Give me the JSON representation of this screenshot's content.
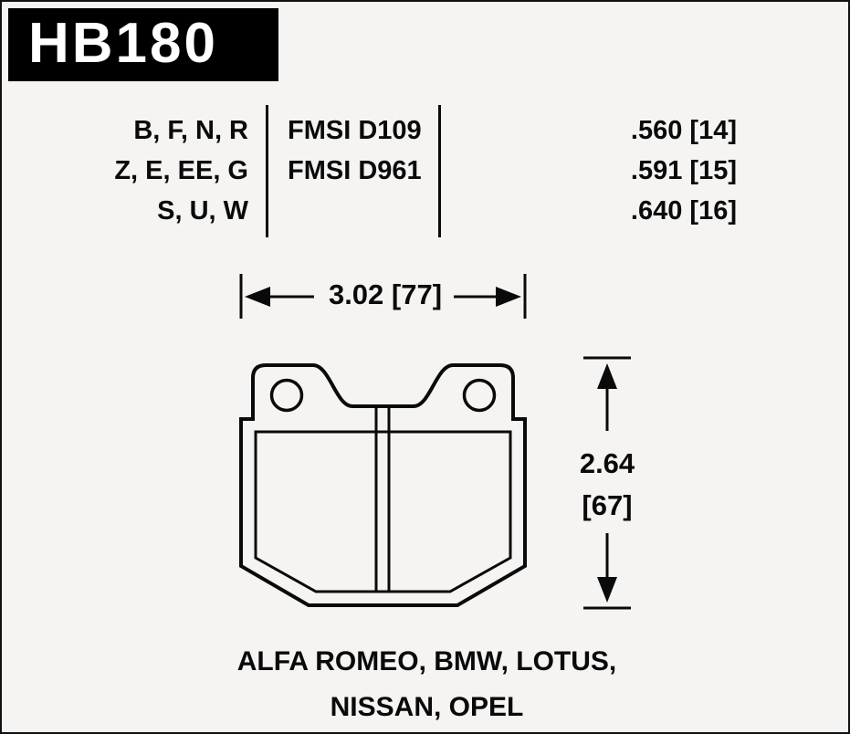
{
  "header": {
    "part_number": "HB180"
  },
  "table": {
    "compound_codes": [
      "B, F, N, R",
      "Z, E, EE, G",
      "S, U, W"
    ],
    "fmsi_numbers": [
      "FMSI D109",
      "FMSI D961"
    ],
    "thicknesses": [
      ".560 [14]",
      ".591 [15]",
      ".640 [16]"
    ]
  },
  "dimensions": {
    "width": "3.02 [77]",
    "height_line1": "2.64",
    "height_line2": "[67]"
  },
  "applications": {
    "line1": "ALFA ROMEO, BMW, LOTUS,",
    "line2": "NISSAN, OPEL"
  },
  "colors": {
    "background": "#f5f4f2",
    "ink": "#0a0a0a",
    "header_bg": "#000000",
    "header_text": "#ffffff"
  }
}
